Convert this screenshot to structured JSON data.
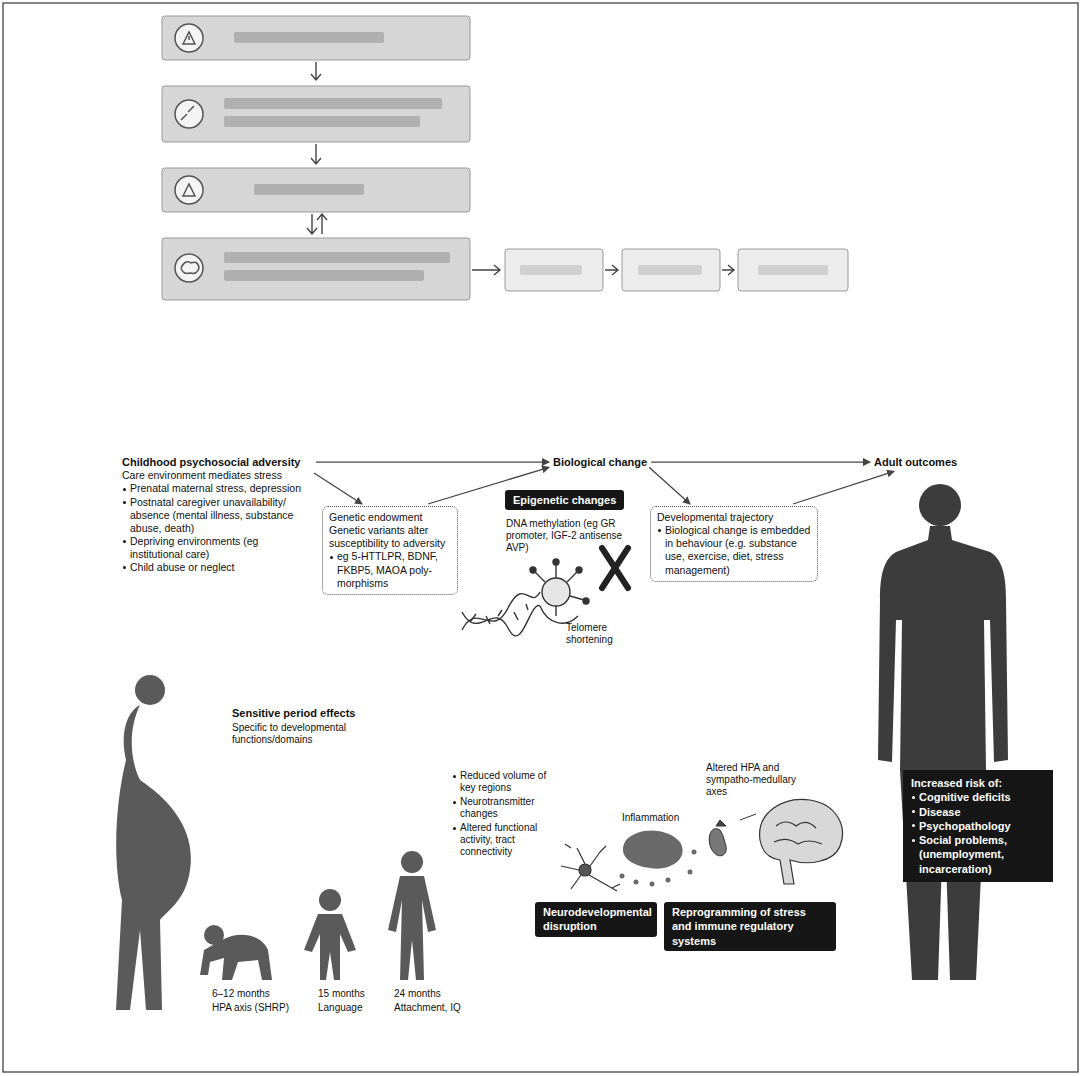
{
  "diagram": {
    "nodes": [
      {
        "text": [
          "Childhood psychosocial adversity",
          "Care environment mediates stress",
          "Prenatal maternal stress, depression",
          "Postnatal caregiver unavailability/ absence (mental illness, substance abuse, death)",
          "Depriving environments (eg institutional care)",
          "Child abuse or neglect"
        ]
      },
      {
        "text": [
          "Biological change"
        ]
      },
      {
        "text": [
          "Adult outcomes"
        ]
      },
      {
        "text": [
          "Genetic endowment",
          "Genetic variants alter susceptibility to adversity",
          "eg 5-HTTLPR, BDNF, FKBP5, MAOA poly-morphisms"
        ]
      },
      {
        "text": [
          "Epigenetic changes"
        ]
      },
      {
        "text": [
          "Developmental trajectory",
          "Biological change is embedded in behaviour (e.g. substance use, exercise, diet, stress management)"
        ]
      },
      {
        "text": [
          "Neurodevelopmental disruption"
        ]
      },
      {
        "text": [
          "Reprogramming of stress and immune regulatory systems"
        ]
      },
      {
        "text": [
          "Increased risk of:",
          "Cognitive deficits",
          "Disease",
          "Psychopathology",
          "Social problems, (unemployment, incarceration)"
        ]
      }
    ],
    "edges": [
      {
        "from": 0,
        "to": 1,
        "arrow": "to"
      },
      {
        "from": 1,
        "to": 2,
        "arrow": "to"
      },
      {
        "from": 0,
        "to": 3,
        "arrow": "to"
      },
      {
        "from": 3,
        "to": 1,
        "arrow": "to"
      },
      {
        "from": 1,
        "to": 5,
        "arrow": "to"
      },
      {
        "from": 5,
        "to": 2,
        "arrow": "to"
      }
    ],
    "labels": [
      "DNA methylation (eg GR promoter, IGF-2 antisense AVP)",
      "Telomere shortening",
      "Sensitive period effects",
      "Specific to developmental functions/domains",
      "6–12 months",
      "HPA axis (SHRP)",
      "15 months",
      "Language",
      "24 months",
      "Attachment, IQ",
      "Reduced volume of key regions",
      "Neurotransmitter changes",
      "Altered functional activity, tract connectivity",
      "Inflammation",
      "Altered HPA and sympatho-medullary axes"
    ]
  }
}
